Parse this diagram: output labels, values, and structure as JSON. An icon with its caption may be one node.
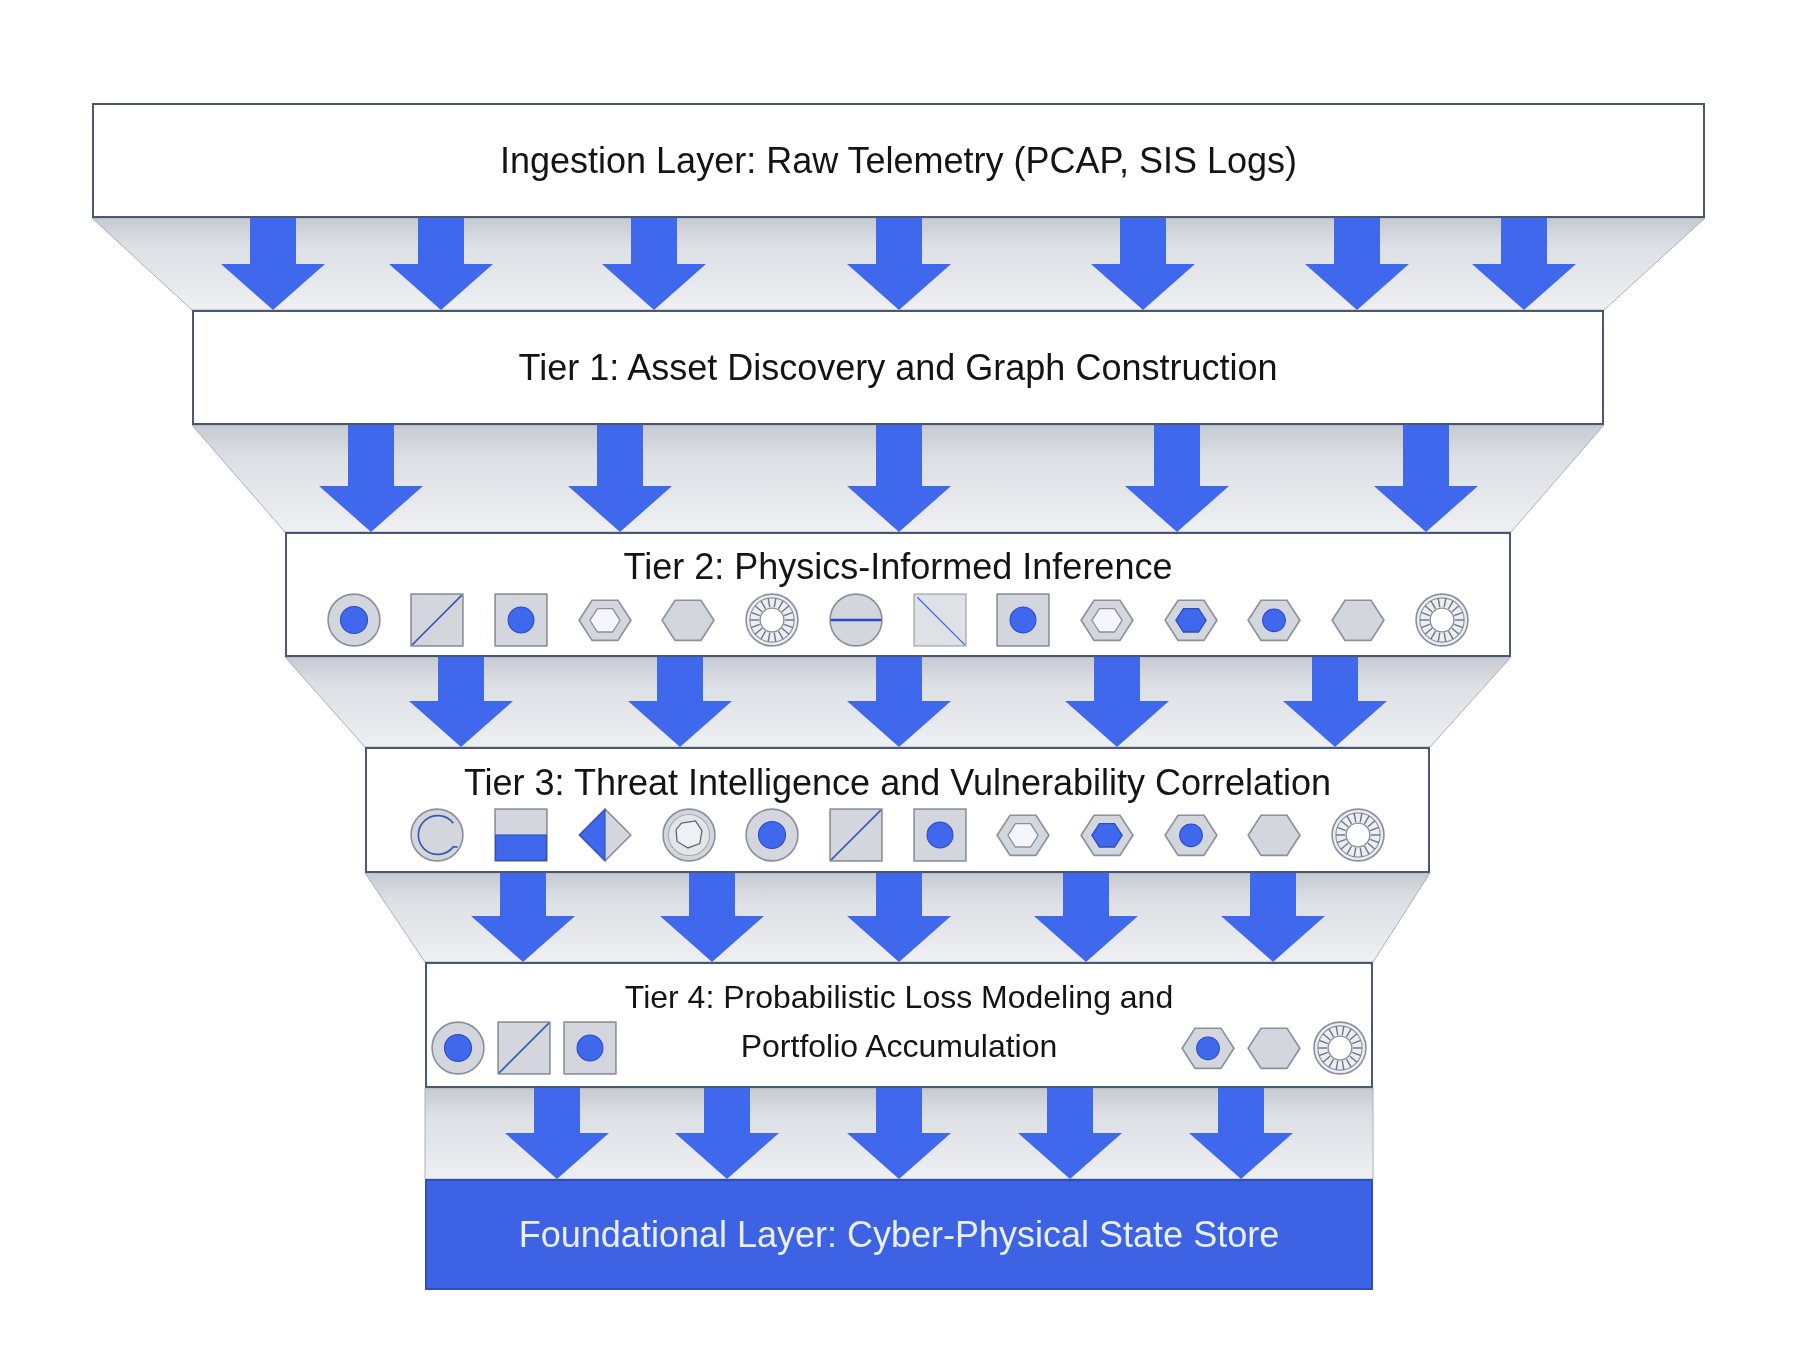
{
  "diagram": {
    "nodes": [
      {
        "text": [
          "Ingestion Layer: Raw Telemetry (PCAP, SIS Logs)"
        ]
      },
      {
        "text": [
          "Tier 1: Asset Discovery and Graph Construction"
        ]
      },
      {
        "text": [
          "Tier 2: Physics-Informed Inference"
        ]
      },
      {
        "text": [
          "Tier 3: Threat Intelligence and Vulnerability Correlation"
        ]
      },
      {
        "text": [
          "Tier 4: Probabilistic Loss Modeling and Portfolio Accumulation"
        ]
      },
      {
        "text": [
          "Foundational Layer: Cyber-Physical State Store"
        ]
      }
    ],
    "edges": [
      {
        "from": 0,
        "to": 1,
        "arrow": "to"
      },
      {
        "from": 0,
        "to": 1,
        "arrow": "to"
      },
      {
        "from": 0,
        "to": 1,
        "arrow": "to"
      },
      {
        "from": 0,
        "to": 1,
        "arrow": "to"
      },
      {
        "from": 0,
        "to": 1,
        "arrow": "to"
      },
      {
        "from": 0,
        "to": 1,
        "arrow": "to"
      },
      {
        "from": 0,
        "to": 1,
        "arrow": "to"
      },
      {
        "from": 1,
        "to": 2,
        "arrow": "to"
      },
      {
        "from": 1,
        "to": 2,
        "arrow": "to"
      },
      {
        "from": 1,
        "to": 2,
        "arrow": "to"
      },
      {
        "from": 1,
        "to": 2,
        "arrow": "to"
      },
      {
        "from": 1,
        "to": 2,
        "arrow": "to"
      },
      {
        "from": 2,
        "to": 3,
        "arrow": "to"
      },
      {
        "from": 2,
        "to": 3,
        "arrow": "to"
      },
      {
        "from": 2,
        "to": 3,
        "arrow": "to"
      },
      {
        "from": 2,
        "to": 3,
        "arrow": "to"
      },
      {
        "from": 2,
        "to": 3,
        "arrow": "to"
      },
      {
        "from": 3,
        "to": 4,
        "arrow": "to"
      },
      {
        "from": 3,
        "to": 4,
        "arrow": "to"
      },
      {
        "from": 3,
        "to": 4,
        "arrow": "to"
      },
      {
        "from": 3,
        "to": 4,
        "arrow": "to"
      },
      {
        "from": 3,
        "to": 4,
        "arrow": "to"
      },
      {
        "from": 4,
        "to": 5,
        "arrow": "to"
      },
      {
        "from": 4,
        "to": 5,
        "arrow": "to"
      },
      {
        "from": 4,
        "to": 5,
        "arrow": "to"
      },
      {
        "from": 4,
        "to": 5,
        "arrow": "to"
      },
      {
        "from": 4,
        "to": 5,
        "arrow": "to"
      }
    ]
  }
}
